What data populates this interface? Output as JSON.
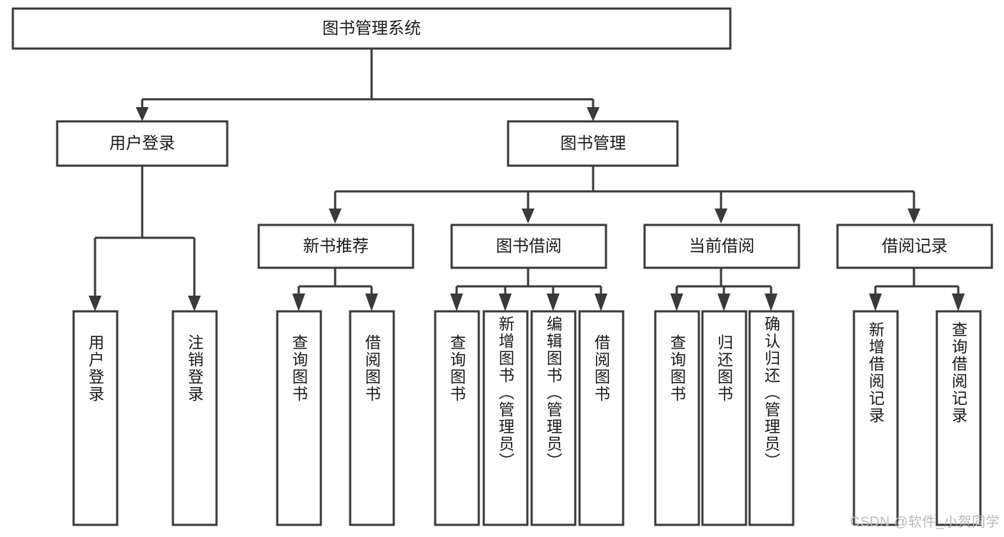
{
  "diagram": {
    "title": "图书管理系统",
    "type": "function-hierarchy-tree",
    "watermark": "CSDN @软件_小贺同学",
    "colors": {
      "stroke": "#3a3a3a",
      "box_fill": "#ffffff",
      "text": "#1a1a1a",
      "background": "#ffffff",
      "watermark": "#b9b9b9"
    },
    "nodes": {
      "root": {
        "label": "图书管理系统",
        "orientation": "horizontal"
      },
      "level2": [
        {
          "id": "user-login",
          "label": "用户登录",
          "orientation": "horizontal"
        },
        {
          "id": "book-manage",
          "label": "图书管理",
          "orientation": "horizontal"
        }
      ],
      "level3": [
        {
          "id": "new-book-recommend",
          "label": "新书推荐",
          "orientation": "horizontal"
        },
        {
          "id": "book-borrow",
          "label": "图书借阅",
          "orientation": "horizontal"
        },
        {
          "id": "current-borrow",
          "label": "当前借阅",
          "orientation": "horizontal"
        },
        {
          "id": "borrow-record",
          "label": "借阅记录",
          "orientation": "horizontal"
        }
      ],
      "leaves": [
        {
          "id": "leaf-user-login",
          "label": "用户登录",
          "parent": "user-login",
          "orientation": "vertical"
        },
        {
          "id": "leaf-logout-login",
          "label": "注销登录",
          "parent": "user-login",
          "orientation": "vertical"
        },
        {
          "id": "leaf-query-book-1",
          "label": "查询图书",
          "parent": "new-book-recommend",
          "orientation": "vertical"
        },
        {
          "id": "leaf-borrow-book-1",
          "label": "借阅图书",
          "parent": "new-book-recommend",
          "orientation": "vertical"
        },
        {
          "id": "leaf-query-book-2",
          "label": "查询图书",
          "parent": "book-borrow",
          "orientation": "vertical"
        },
        {
          "id": "leaf-add-book",
          "label": "新增图书（管理员）",
          "parent": "book-borrow",
          "orientation": "vertical"
        },
        {
          "id": "leaf-edit-book",
          "label": "编辑图书（管理员）",
          "parent": "book-borrow",
          "orientation": "vertical"
        },
        {
          "id": "leaf-borrow-book-2",
          "label": "借阅图书",
          "parent": "book-borrow",
          "orientation": "vertical"
        },
        {
          "id": "leaf-query-book-3",
          "label": "查询图书",
          "parent": "current-borrow",
          "orientation": "vertical"
        },
        {
          "id": "leaf-return-book",
          "label": "归还图书",
          "parent": "current-borrow",
          "orientation": "vertical"
        },
        {
          "id": "leaf-confirm-return",
          "label": "确认归还（管理员）",
          "parent": "current-borrow",
          "orientation": "vertical"
        },
        {
          "id": "leaf-add-record",
          "label": "新增借阅记录",
          "parent": "borrow-record",
          "orientation": "vertical"
        },
        {
          "id": "leaf-query-record",
          "label": "查询借阅记录",
          "parent": "borrow-record",
          "orientation": "vertical"
        }
      ]
    }
  }
}
